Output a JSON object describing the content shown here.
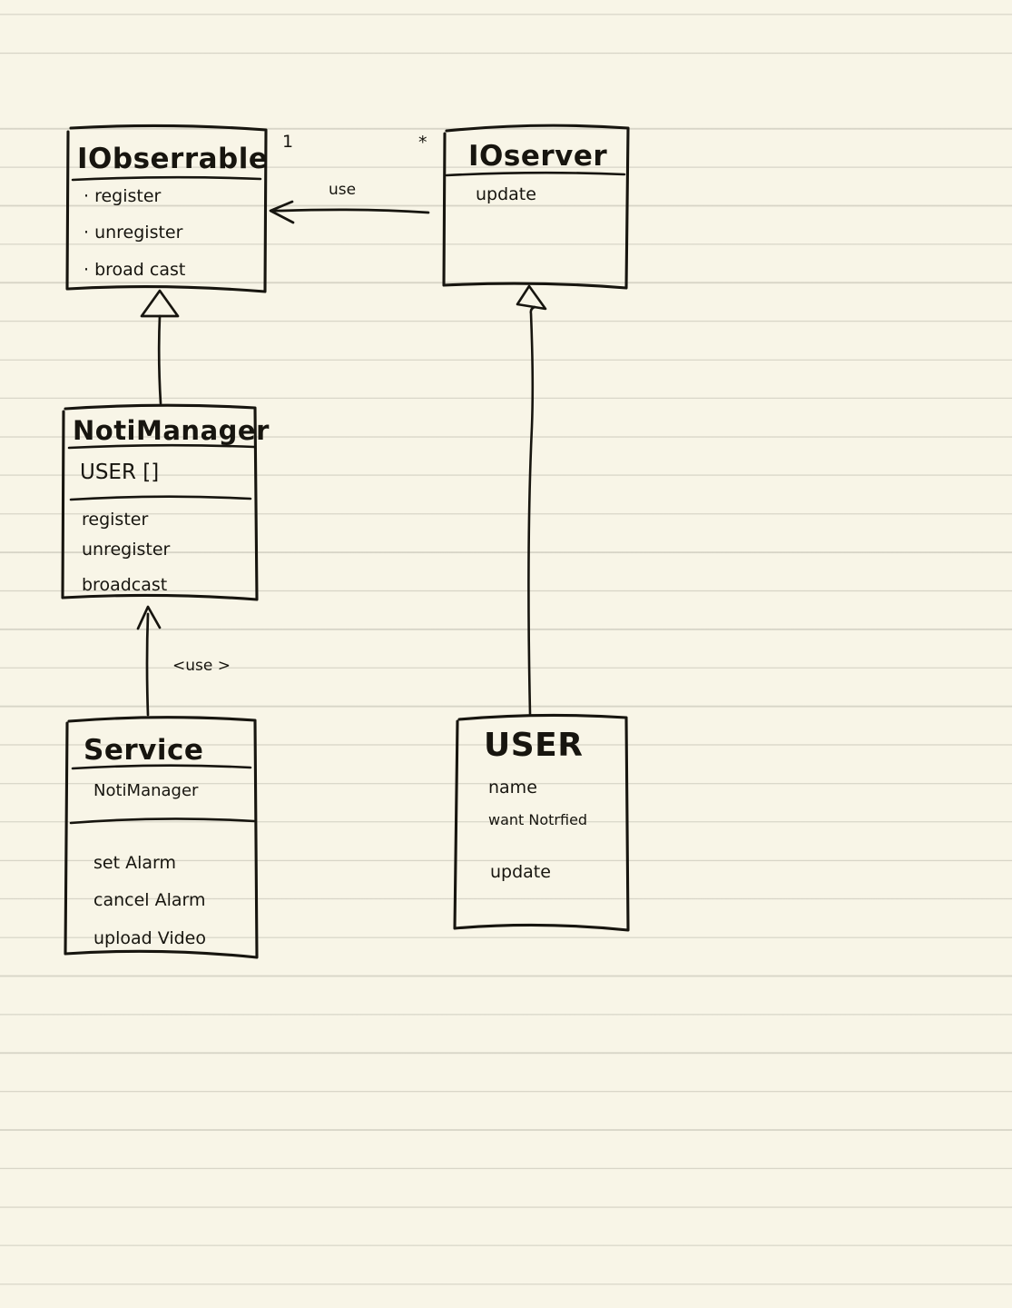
{
  "page": {
    "kind": "hand-drawn UML class diagram on ruled paper",
    "background_color": "#f8f5e7",
    "rule_line_color": "#8c8a7d",
    "ink_color": "#17150f"
  },
  "classes": {
    "iobservable": {
      "name": "IObserrable",
      "attributes": [],
      "methods": [
        "· register",
        "· unregister",
        "· broad cast"
      ]
    },
    "iobserver": {
      "name": "IOserver",
      "attributes": [],
      "methods": [
        "update"
      ]
    },
    "notimanager": {
      "name": "NotiManager",
      "attributes": [
        "USER []"
      ],
      "methods": [
        "register",
        "unregister",
        "broadcast"
      ]
    },
    "service": {
      "name": "Service",
      "attributes": [
        "NotiManager"
      ],
      "methods": [
        "set Alarm",
        "cancel Alarm",
        "upload Video"
      ]
    },
    "user": {
      "name": "USER",
      "attributes": [
        "name",
        "want Notrfied"
      ],
      "methods": [
        "update"
      ]
    }
  },
  "connectors": {
    "use_association": {
      "label": "use",
      "source_multiplicity": "*",
      "target_multiplicity": "1"
    },
    "service_use": {
      "label": "<use >"
    },
    "inherit_notimanager": {
      "label": ""
    },
    "inherit_user": {
      "label": ""
    }
  }
}
